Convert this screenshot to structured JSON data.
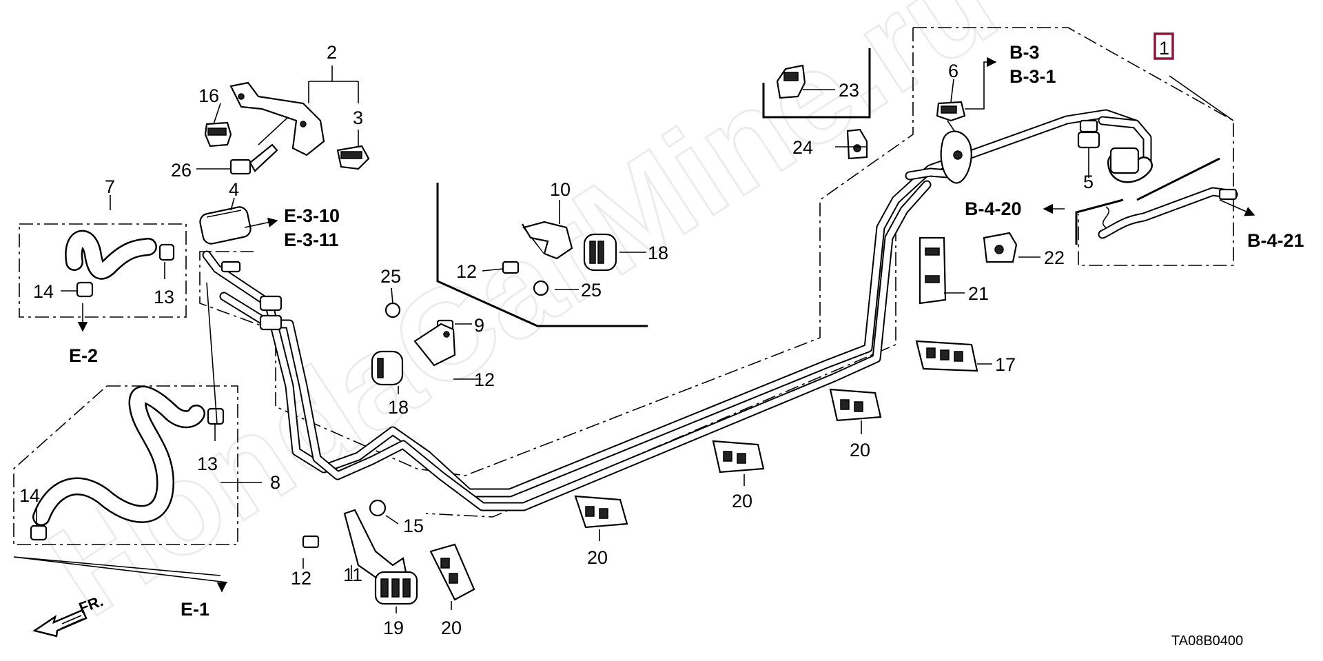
{
  "watermark": "HondaCarMine.ru",
  "diagram_code": "TA08B0400",
  "direction_label": "FR.",
  "highlighted_part": "1",
  "part_numbers": {
    "p1": "1",
    "p2": "2",
    "p3": "3",
    "p4": "4",
    "p5": "5",
    "p6": "6",
    "p7": "7",
    "p8": "8",
    "p9": "9",
    "p10": "10",
    "p11": "11",
    "p12a": "12",
    "p12b": "12",
    "p12c": "12",
    "p13a": "13",
    "p13b": "13",
    "p14a": "14",
    "p14b": "14",
    "p15": "15",
    "p16": "16",
    "p17": "17",
    "p18a": "18",
    "p18b": "18",
    "p19": "19",
    "p20a": "20",
    "p20b": "20",
    "p20c": "20",
    "p20d": "20",
    "p21": "21",
    "p22": "22",
    "p23": "23",
    "p24": "24",
    "p25a": "25",
    "p25b": "25",
    "p26": "26"
  },
  "references": {
    "b3": "B-3",
    "b31": "B-3-1",
    "b420": "B-4-20",
    "b421": "B-4-21",
    "e310": "E-3-10",
    "e311": "E-3-11",
    "e2": "E-2",
    "e1": "E-1"
  }
}
